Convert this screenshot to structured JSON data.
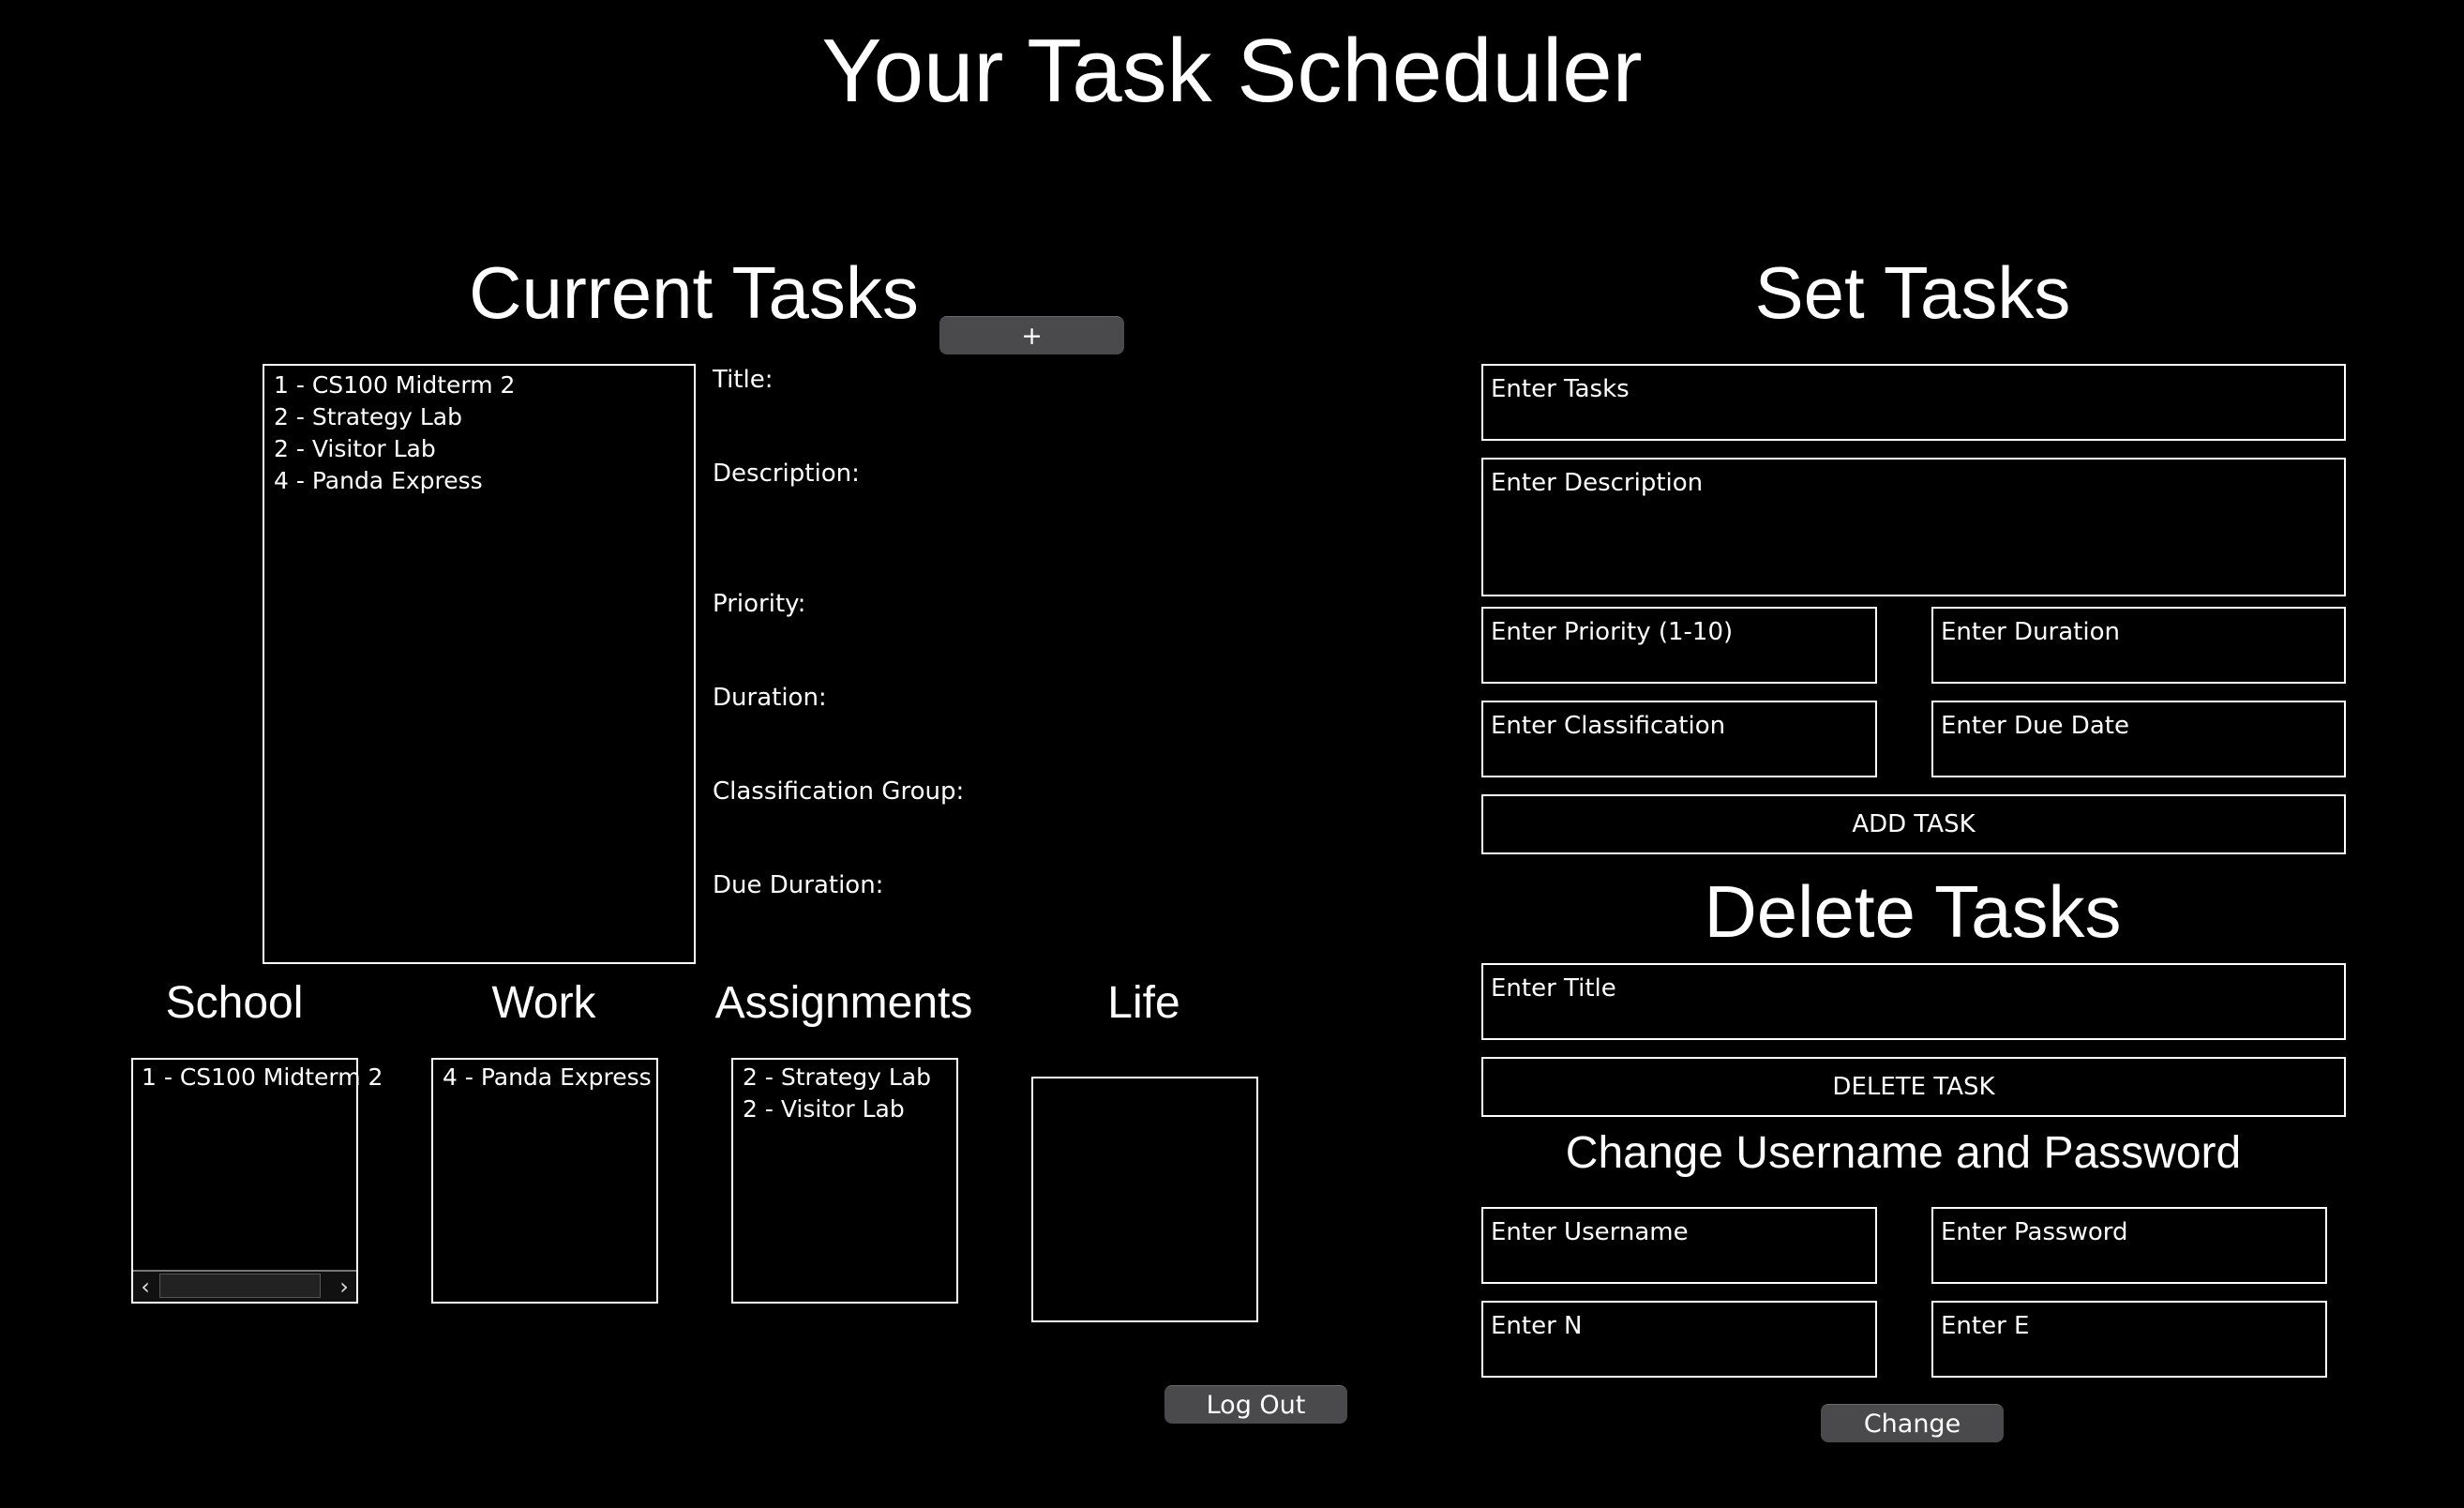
{
  "app": {
    "title": "Your Task Scheduler"
  },
  "current_tasks": {
    "heading": "Current Tasks",
    "add_button": "+",
    "items": [
      "1 - CS100 Midterm 2",
      "2 - Strategy Lab",
      "2 - Visitor Lab",
      "4 - Panda Express"
    ],
    "details": {
      "title_label": "Title:",
      "description_label": "Description:",
      "priority_label": "Priority:",
      "duration_label": "Duration:",
      "classification_label": "Classification Group:",
      "due_label": "Due Duration:"
    }
  },
  "groups": {
    "school": {
      "heading": "School",
      "items": [
        "1 - CS100 Midterm 2"
      ]
    },
    "work": {
      "heading": "Work",
      "items": [
        "4 - Panda Express"
      ]
    },
    "assignments": {
      "heading": "Assignments",
      "items": [
        "2 - Strategy Lab",
        "2 - Visitor Lab"
      ]
    },
    "life": {
      "heading": "Life",
      "items": []
    },
    "scroll_left": "‹",
    "scroll_right": "›"
  },
  "logout": {
    "label": "Log Out"
  },
  "set_tasks": {
    "heading": "Set Tasks",
    "tasks_placeholder": "Enter Tasks",
    "description_placeholder": "Enter Description",
    "priority_placeholder": "Enter Priority (1-10)",
    "duration_placeholder": "Enter Duration",
    "classification_placeholder": "Enter Classification",
    "due_date_placeholder": "Enter Due Date",
    "add_button": "ADD TASK"
  },
  "delete_tasks": {
    "heading": "Delete Tasks",
    "title_placeholder": "Enter Title",
    "delete_button": "DELETE TASK"
  },
  "change_credentials": {
    "heading": "Change Username and Password",
    "username_placeholder": "Enter Username",
    "password_placeholder": "Enter Password",
    "n_placeholder": "Enter N",
    "e_placeholder": "Enter E",
    "change_button": "Change"
  }
}
